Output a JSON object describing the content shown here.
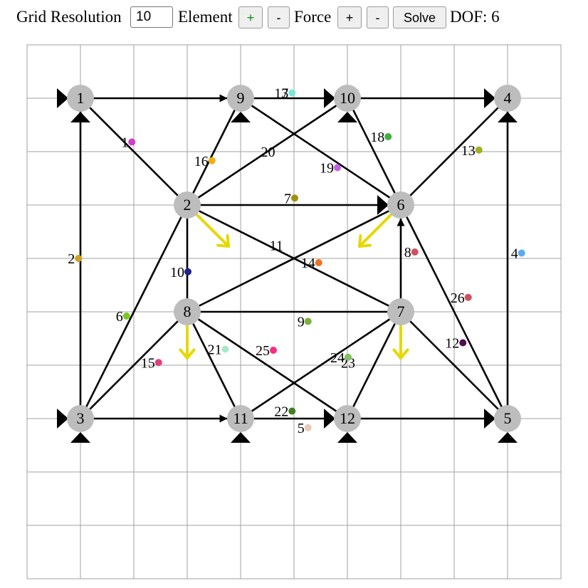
{
  "toolbar": {
    "grid_label": "Grid Resolution",
    "grid_value": "10",
    "element_label": "Element",
    "element_plus": "+",
    "element_minus": "-",
    "force_label": "Force",
    "force_plus": "+",
    "force_minus": "-",
    "solve_label": "Solve",
    "dof_text": "DOF: 6"
  },
  "grid": {
    "columns": 10,
    "rows": 10
  },
  "colors": {
    "node_fill": "#bdbdbd",
    "element_line": "#000000",
    "force_arrow": "#e6d800",
    "grid_line": "#a0a0a0"
  },
  "nodes": [
    {
      "id": "1",
      "grid": [
        1,
        1
      ]
    },
    {
      "id": "2",
      "grid": [
        3,
        3
      ]
    },
    {
      "id": "3",
      "grid": [
        1,
        7
      ]
    },
    {
      "id": "4",
      "grid": [
        9,
        1
      ]
    },
    {
      "id": "5",
      "grid": [
        9,
        7
      ]
    },
    {
      "id": "6",
      "grid": [
        7,
        3
      ]
    },
    {
      "id": "7",
      "grid": [
        7,
        5
      ]
    },
    {
      "id": "8",
      "grid": [
        3,
        5
      ]
    },
    {
      "id": "9",
      "grid": [
        4,
        1
      ]
    },
    {
      "id": "10",
      "grid": [
        6,
        1
      ]
    },
    {
      "id": "11",
      "grid": [
        4,
        7
      ]
    },
    {
      "id": "12",
      "grid": [
        6,
        7
      ]
    }
  ],
  "elements": [
    {
      "from": "1",
      "to": "9",
      "arrow": true
    },
    {
      "from": "9",
      "to": "10",
      "arrow": true
    },
    {
      "from": "10",
      "to": "4",
      "arrow": true
    },
    {
      "from": "2",
      "to": "6",
      "arrow": true
    },
    {
      "from": "3",
      "to": "11",
      "arrow": true
    },
    {
      "from": "11",
      "to": "12",
      "arrow": true
    },
    {
      "from": "12",
      "to": "5",
      "arrow": true
    },
    {
      "from": "7",
      "to": "6",
      "arrow": true
    },
    {
      "from": "3",
      "to": "1",
      "arrow": true
    },
    {
      "from": "5",
      "to": "4",
      "arrow": true
    },
    {
      "from": "1",
      "to": "2",
      "arrow": false
    },
    {
      "from": "2",
      "to": "9",
      "arrow": false
    },
    {
      "from": "2",
      "to": "10",
      "arrow": false
    },
    {
      "from": "9",
      "to": "6",
      "arrow": false
    },
    {
      "from": "10",
      "to": "6",
      "arrow": false
    },
    {
      "from": "6",
      "to": "4",
      "arrow": false
    },
    {
      "from": "2",
      "to": "8",
      "arrow": false
    },
    {
      "from": "2",
      "to": "7",
      "arrow": false
    },
    {
      "from": "2",
      "to": "3",
      "arrow": false
    },
    {
      "from": "8",
      "to": "6",
      "arrow": false
    },
    {
      "from": "8",
      "to": "7",
      "arrow": false
    },
    {
      "from": "6",
      "to": "5",
      "arrow": false
    },
    {
      "from": "8",
      "to": "3",
      "arrow": false
    },
    {
      "from": "8",
      "to": "11",
      "arrow": false
    },
    {
      "from": "8",
      "to": "12",
      "arrow": false
    },
    {
      "from": "7",
      "to": "11",
      "arrow": false
    },
    {
      "from": "7",
      "to": "12",
      "arrow": false
    },
    {
      "from": "7",
      "to": "5",
      "arrow": false
    }
  ],
  "supports": [
    {
      "node": "1",
      "types": [
        "horizontal",
        "vertical"
      ]
    },
    {
      "node": "3",
      "types": [
        "horizontal",
        "vertical"
      ]
    },
    {
      "node": "9",
      "types": [
        "vertical"
      ]
    },
    {
      "node": "10",
      "types": [
        "horizontal",
        "vertical"
      ]
    },
    {
      "node": "11",
      "types": [
        "vertical"
      ]
    },
    {
      "node": "12",
      "types": [
        "horizontal",
        "vertical"
      ]
    },
    {
      "node": "4",
      "types": [
        "horizontal",
        "vertical"
      ]
    },
    {
      "node": "5",
      "types": [
        "horizontal",
        "vertical"
      ]
    },
    {
      "node": "6",
      "types": [
        "horizontal"
      ]
    }
  ],
  "forces": [
    {
      "node": "2",
      "direction": "down-right"
    },
    {
      "node": "6",
      "direction": "down-left"
    },
    {
      "node": "8",
      "direction": "down"
    },
    {
      "node": "7",
      "direction": "down"
    }
  ],
  "element_labels": [
    {
      "text": "1",
      "pos": [
        1.95,
        1.82
      ],
      "color": "#d040c8"
    },
    {
      "text": "2",
      "pos": [
        0.95,
        4.0
      ],
      "color": "#d4a020"
    },
    {
      "text": "3",
      "pos": [
        4.95,
        0.9
      ],
      "color": "#7ae8d8"
    },
    {
      "text": "4",
      "pos": [
        9.25,
        3.9
      ],
      "color": "#5aaaf0"
    },
    {
      "text": "5",
      "pos": [
        5.25,
        7.17
      ],
      "color": "#e8c8b8"
    },
    {
      "text": "6",
      "pos": [
        1.85,
        5.08
      ],
      "color": "#7ac820"
    },
    {
      "text": "7",
      "pos": [
        5.0,
        2.87
      ],
      "color": "#a09010"
    },
    {
      "text": "8",
      "pos": [
        7.25,
        3.88
      ],
      "color": "#d05060"
    },
    {
      "text": "9",
      "pos": [
        5.25,
        5.18
      ],
      "color": "#7ab040"
    },
    {
      "text": "10",
      "pos": [
        3.0,
        4.25
      ],
      "color": "#202088"
    },
    {
      "text": "11",
      "pos": [
        4.85,
        3.75
      ],
      "color": ""
    },
    {
      "text": "12",
      "pos": [
        8.15,
        5.58
      ],
      "color": "#501050"
    },
    {
      "text": "13",
      "pos": [
        8.45,
        1.97
      ],
      "color": "#a0b020"
    },
    {
      "text": "14",
      "pos": [
        5.45,
        4.08
      ],
      "color": "#f07020"
    },
    {
      "text": "15",
      "pos": [
        2.45,
        5.95
      ],
      "color": "#e04080"
    },
    {
      "text": "16",
      "pos": [
        3.45,
        2.17
      ],
      "color": "#f0b010"
    },
    {
      "text": "17",
      "pos": [
        4.95,
        0.9
      ],
      "color": ""
    },
    {
      "text": "18",
      "pos": [
        6.75,
        1.72
      ],
      "color": "#40b040"
    },
    {
      "text": "19",
      "pos": [
        5.8,
        2.3
      ],
      "color": "#c060e0"
    },
    {
      "text": "20",
      "pos": [
        4.7,
        2.0
      ],
      "color": ""
    },
    {
      "text": "21",
      "pos": [
        3.7,
        5.7
      ],
      "color": "#a8e8c8"
    },
    {
      "text": "22",
      "pos": [
        4.95,
        6.86
      ],
      "color": "#408020"
    },
    {
      "text": "23",
      "pos": [
        6.2,
        5.95
      ],
      "color": ""
    },
    {
      "text": "24",
      "pos": [
        6.0,
        5.85
      ],
      "color": "#80c060"
    },
    {
      "text": "25",
      "pos": [
        4.6,
        5.72
      ],
      "color": "#f03080"
    },
    {
      "text": "26",
      "pos": [
        8.25,
        4.73
      ],
      "color": "#d05060"
    }
  ]
}
